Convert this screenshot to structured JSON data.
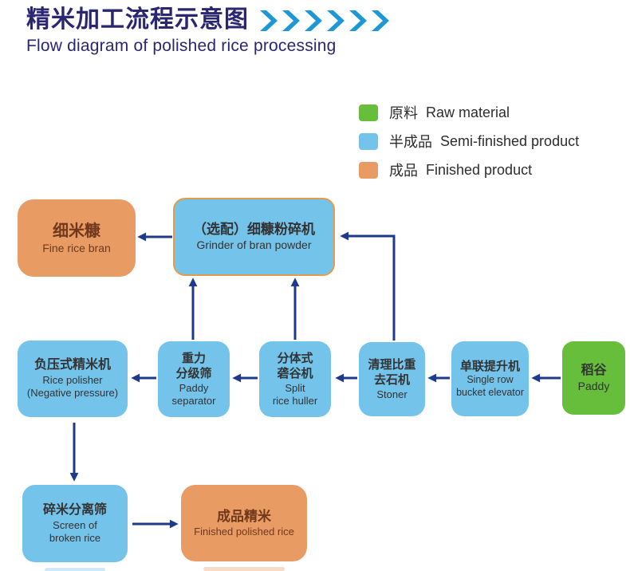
{
  "header": {
    "title_zh": "精米加工流程示意图",
    "subtitle": "Flow diagram of polished rice processing",
    "chevron_count": 6
  },
  "legend": {
    "items": [
      {
        "label_zh": "原料",
        "label_en": "Raw material",
        "swatch": "#66BE3B"
      },
      {
        "label_zh": "半成品",
        "label_en": "Semi-finished product",
        "swatch": "#74C3EA"
      },
      {
        "label_zh": "成品",
        "label_en": "Finished product",
        "swatch": "#E99B64"
      }
    ]
  },
  "nodes": {
    "fine_rice_bran": {
      "category": "finished",
      "lines_zh": [
        "细米糠"
      ],
      "lines_en": [
        "Fine rice bran"
      ]
    },
    "grinder": {
      "category": "semi-finished",
      "lines_zh": [
        "（选配）细糠粉碎机"
      ],
      "lines_en": [
        "Grinder of bran powder"
      ]
    },
    "rice_polisher": {
      "category": "semi-finished",
      "lines_zh": [
        "负压式精米机"
      ],
      "lines_en": [
        "Rice polisher",
        "(Negative pressure)"
      ]
    },
    "paddy_separator": {
      "category": "semi-finished",
      "lines_zh": [
        "重力",
        "分级筛"
      ],
      "lines_en": [
        "Paddy",
        "separator"
      ]
    },
    "split_rice_huller": {
      "category": "semi-finished",
      "lines_zh": [
        "分体式",
        "砻谷机"
      ],
      "lines_en": [
        "Split",
        "rice huller"
      ]
    },
    "stoner": {
      "category": "semi-finished",
      "lines_zh": [
        "清理比重",
        "去石机"
      ],
      "lines_en": [
        "Stoner"
      ]
    },
    "bucket_elevator": {
      "category": "semi-finished",
      "lines_zh": [
        "单联提升机"
      ],
      "lines_en": [
        "Single row",
        "bucket elevator"
      ]
    },
    "paddy": {
      "category": "raw",
      "lines_zh": [
        "稻谷"
      ],
      "lines_en": [
        "Paddy"
      ]
    },
    "screen_broken_rice": {
      "category": "semi-finished",
      "lines_zh": [
        "碎米分离筛"
      ],
      "lines_en": [
        "Screen of",
        "broken rice"
      ]
    },
    "finished_polished_rice": {
      "category": "finished",
      "lines_zh": [
        "成品精米"
      ],
      "lines_en": [
        "Finished polished rice"
      ]
    }
  },
  "edges": [
    {
      "from": "paddy",
      "to": "bucket_elevator"
    },
    {
      "from": "bucket_elevator",
      "to": "stoner"
    },
    {
      "from": "stoner",
      "to": "split_rice_huller"
    },
    {
      "from": "split_rice_huller",
      "to": "paddy_separator"
    },
    {
      "from": "paddy_separator",
      "to": "rice_polisher"
    },
    {
      "from": "paddy_separator",
      "to": "grinder"
    },
    {
      "from": "split_rice_huller",
      "to": "grinder"
    },
    {
      "from": "stoner",
      "to": "grinder"
    },
    {
      "from": "grinder",
      "to": "fine_rice_bran"
    },
    {
      "from": "rice_polisher",
      "to": "screen_broken_rice"
    },
    {
      "from": "screen_broken_rice",
      "to": "finished_polished_rice"
    }
  ],
  "colors": {
    "title_navy": "#2B2671",
    "chevron_cyan": "#1E97D5",
    "raw_green": "#66BE3B",
    "semi_blue": "#74C3EA",
    "finished_orange": "#E99B64",
    "grinder_border": "#DF9E4A",
    "arrow_navy": "#1D3A8C",
    "box_text": "#333333",
    "orange_box_text": "#70391B"
  }
}
